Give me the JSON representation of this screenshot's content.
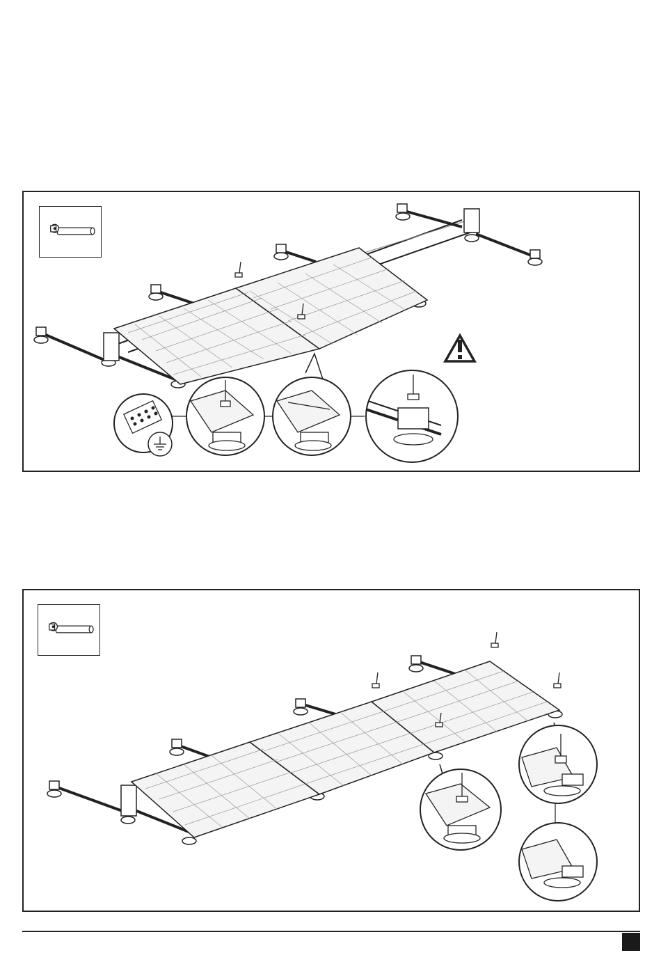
{
  "document": {
    "type": "assembly instructions",
    "step_panels": [
      {
        "id": "panel1",
        "tool": "torque-wrench-icon",
        "modules": 2,
        "detail_views": 4,
        "warning": "warning-triangle-icon"
      },
      {
        "id": "panel2",
        "tool": "torque-wrench-icon",
        "modules": 3,
        "detail_views": 3
      }
    ],
    "footer": {
      "page_marker": "filled-square"
    },
    "colors": {
      "line": "#1a1a1a",
      "panel_fill": "#f4f4f4",
      "background": "#ffffff"
    }
  }
}
